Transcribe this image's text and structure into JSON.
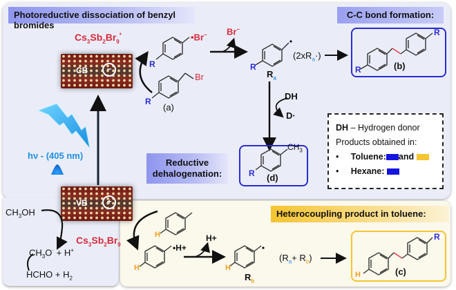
{
  "headers": {
    "photoreductive": "Photoreductive dissociation of benzyl bromides",
    "cc_bond": "C-C bond formation:",
    "reductive_line1": "Reductive",
    "reductive_line2": "dehalogenation:",
    "heterocoupling": "Heterocoupling product in toluene:"
  },
  "catalyst": {
    "excited_formula": "Cs3Sb2Br9*",
    "excited_main": "Cs",
    "ground_formula": "Cs3Sb2Br9",
    "cb_label": "CB",
    "vb_label": "VB",
    "electron_symbol": "−",
    "hole_symbol": "+"
  },
  "light": {
    "label": "hν - (405 nm)",
    "color": "#1fa0e8"
  },
  "species": {
    "radical_anion_br": "•Br",
    "br_leaving": "Br",
    "benzyl_br": "Br",
    "substituent": "R",
    "label_a": "(a)",
    "label_b": "(b)",
    "label_c": "(c)",
    "label_d": "(d)",
    "ra": "R",
    "ra_sub": "a",
    "rb": "R",
    "rb_sub": "b",
    "two_x_ra": "(2xR",
    "ra_plus_rb": "(R",
    "plus": "+ R",
    "dh": "DH",
    "d_radical": "D·",
    "ch3": "CH3",
    "h_atom": "H",
    "h_plus": "H+",
    "radical_h_plus": "•H+"
  },
  "methanol": {
    "ch3oh": "CH3OH",
    "ch3o_h": "CH3O· + H+",
    "hcho_h2": "HCHO + H2"
  },
  "legend": {
    "dh_label": "DH",
    "dh_desc": "– Hydrogen donor",
    "products_title": "Products obtained in:",
    "items": [
      {
        "solvent": "Toluene:",
        "joiner": "and",
        "colors": [
          "#1414e0",
          "#f5c430"
        ]
      },
      {
        "solvent": "Hexane:",
        "colors": [
          "#1414e0"
        ]
      }
    ]
  },
  "colors": {
    "blue_box": "#2b2bcf",
    "yellow_box": "#f5c430",
    "red_text": "#d62b3b",
    "r_blue": "#2b2bd0",
    "h_orange": "#f0a020",
    "bond_red": "#e0404a"
  }
}
